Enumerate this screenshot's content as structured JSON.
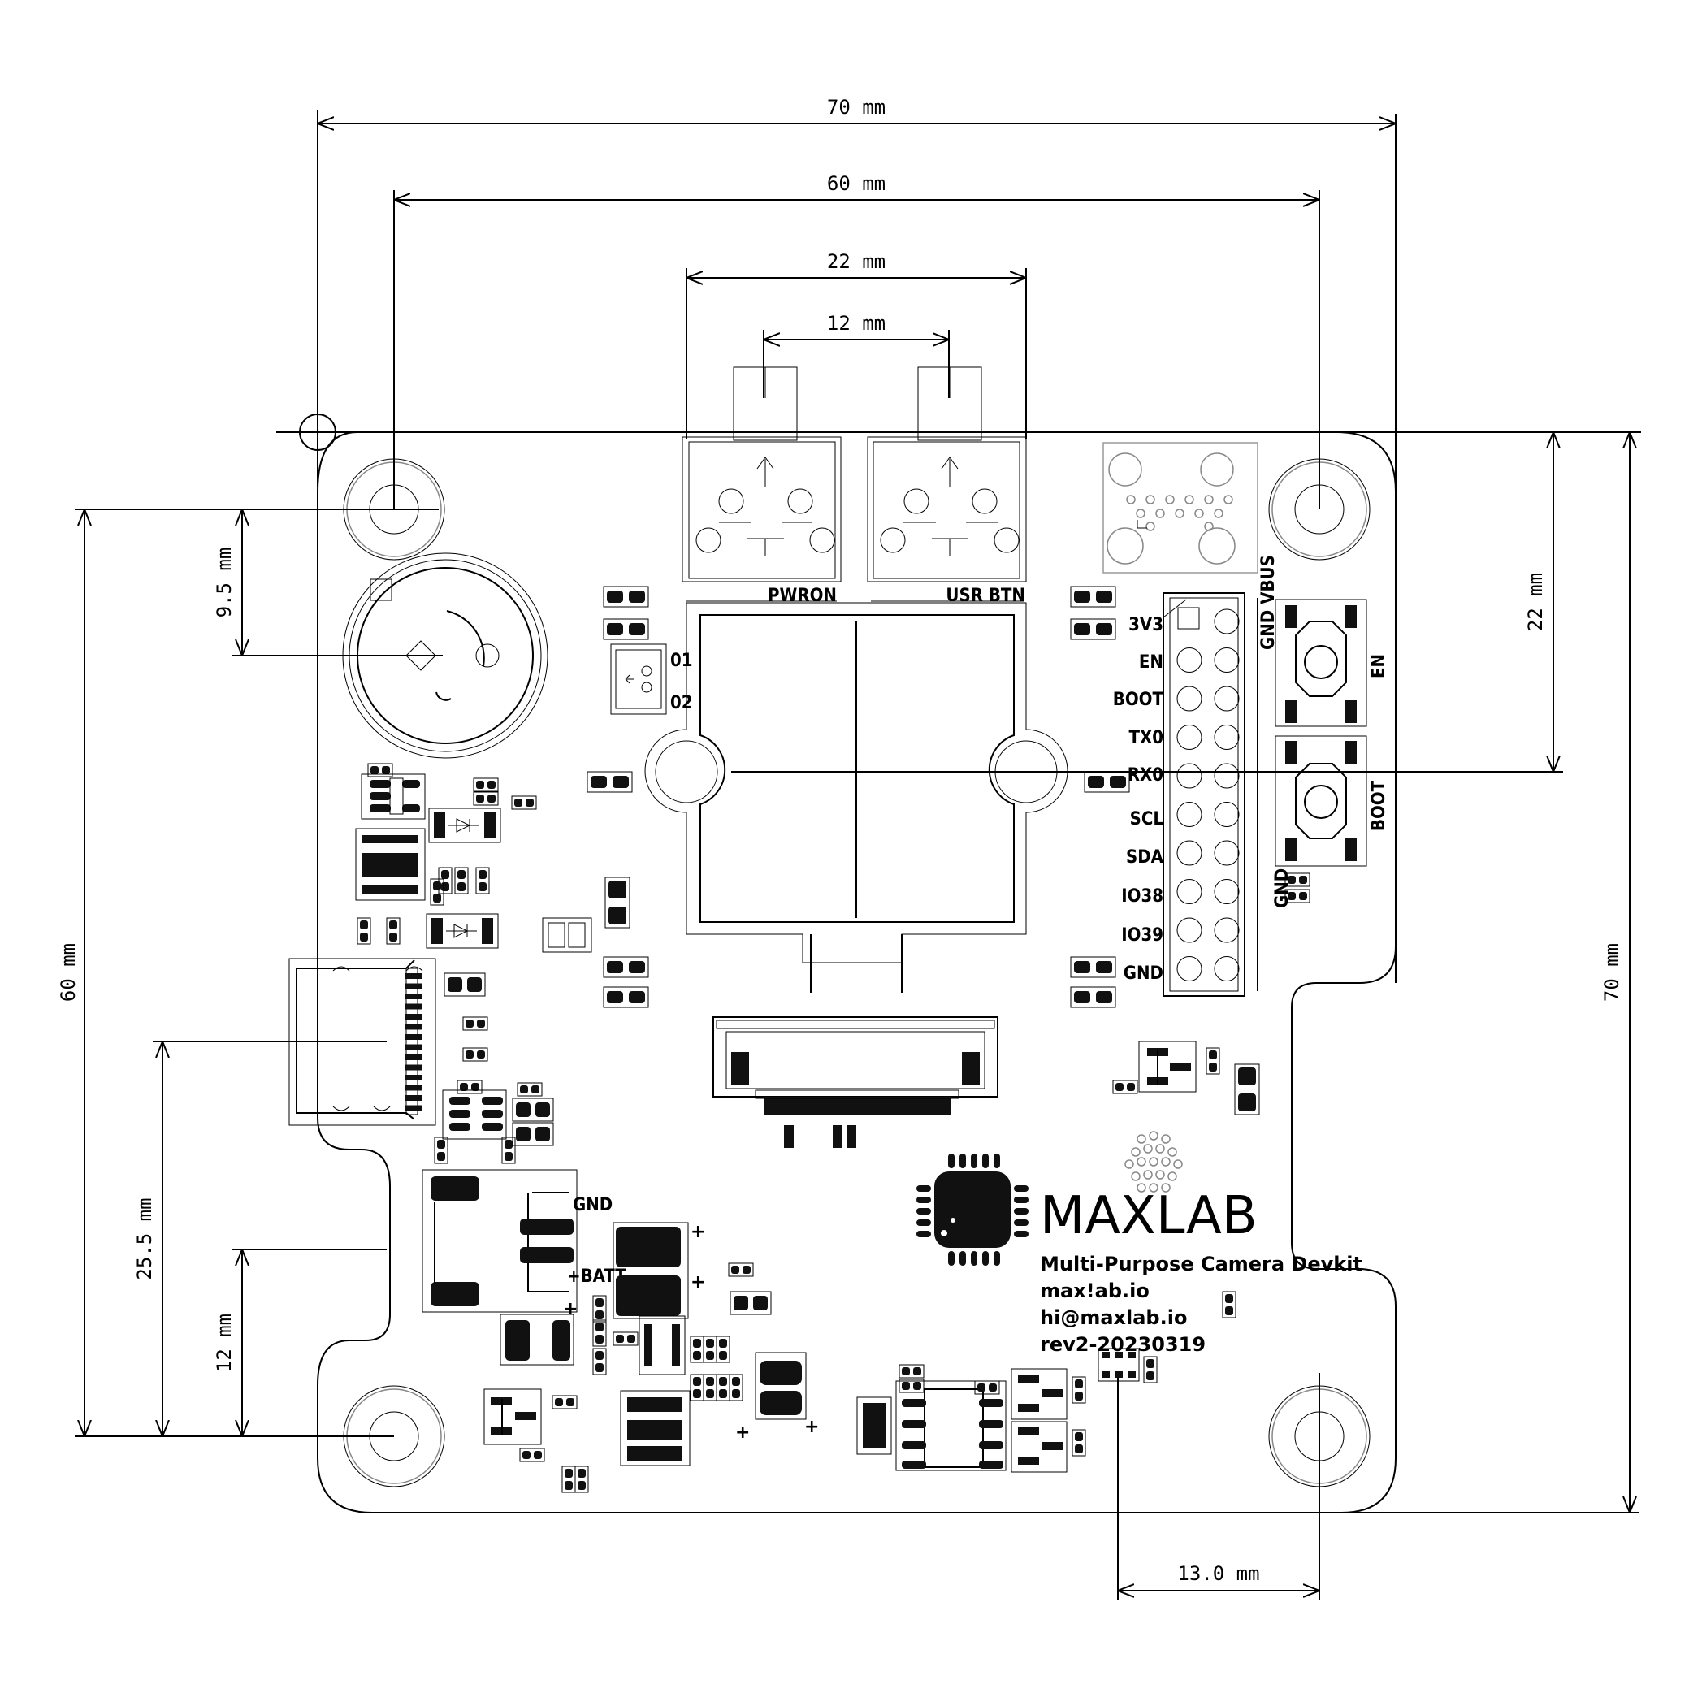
{
  "dimensions": {
    "board_width": "70 mm",
    "hole_spacing_x": "60 mm",
    "button_outer": "22 mm",
    "button_inner": "12 mm",
    "hole_to_jack": "9.5 mm",
    "board_height_left": "60 mm",
    "usb_offset": "25.5 mm",
    "batt_offset": "12 mm",
    "right_offset": "22 mm",
    "board_height_right": "70 mm",
    "bottom_offset": "13.0 mm"
  },
  "silkscreen": {
    "pwron": "PWRON",
    "usr_btn": "USR BTN",
    "led1": "01",
    "led2": "02",
    "header_pins": [
      "3V3",
      "EN",
      "BOOT",
      "TX0",
      "RX0",
      "SCL",
      "SDA",
      "IO38",
      "IO39",
      "GND"
    ],
    "gnd_vbus": "GND VBUS",
    "gnd_side": "GND",
    "en_button": "EN",
    "boot_button": "BOOT",
    "batt_gnd": "GND",
    "batt_plus": "+BATT",
    "plus": "+"
  },
  "branding": {
    "logo": "MAXLAB",
    "product": "Multi-Purpose Camera Devkit",
    "website": "max!ab.io",
    "email": "hi@maxlab.io",
    "revision": "rev2-20230319"
  }
}
